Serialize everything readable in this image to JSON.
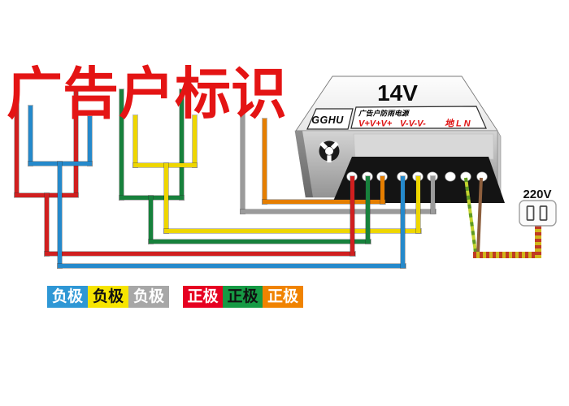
{
  "title": {
    "text": "广告户标识",
    "color": "#e41414"
  },
  "psu": {
    "voltage": "14V",
    "brand": "GGHU",
    "label_title": "广告户防雨电源",
    "terminal_label_vplus": "V+V+V+",
    "terminal_label_vminus": "V-V-V-",
    "terminal_label_ac": "地 L N",
    "terminal_count": 9
  },
  "outlet": {
    "label": "220V"
  },
  "legend": {
    "negative_labels": [
      {
        "label": "负极",
        "wire": "blue",
        "bg": "#2e97d5",
        "text_color": "#ffffff"
      },
      {
        "label": "负极",
        "wire": "yellow",
        "bg": "#f6e400",
        "text_color": "#111111"
      },
      {
        "label": "负极",
        "wire": "gray",
        "bg": "#a7a7a7",
        "text_color": "#ffffff"
      }
    ],
    "positive_labels": [
      {
        "label": "正极",
        "wire": "red",
        "bg": "#e60021",
        "text_color": "#ffffff"
      },
      {
        "label": "正极",
        "wire": "green",
        "bg": "#169a44",
        "text_color": "#111111"
      },
      {
        "label": "正极",
        "wire": "orange",
        "bg": "#f08300",
        "text_color": "#ffffff"
      }
    ]
  },
  "wires": {
    "positive_colors": {
      "red": "#d01f1f",
      "green": "#17813c",
      "orange": "#e57e00"
    },
    "negative_colors": {
      "blue": "#2589cb",
      "yellow": "#eed600",
      "gray": "#9b9b9b"
    },
    "ac_colors": {
      "earth_live": "#a8c42c",
      "neutral_brown": "#8d5e3c",
      "cord_yellow": "#d0b61b",
      "cord_red": "#c03a23"
    }
  }
}
